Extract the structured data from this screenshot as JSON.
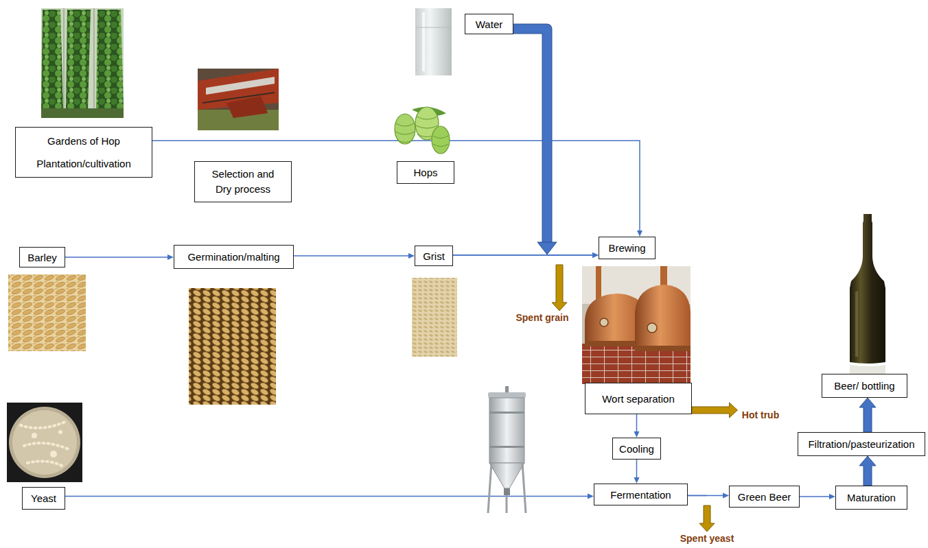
{
  "diagram": {
    "nodes": [
      {
        "text": [
          "Gardens of Hop Plantation/cultivation"
        ]
      },
      {
        "text": [
          "Selection and Dry process"
        ]
      },
      {
        "text": [
          "Water"
        ]
      },
      {
        "text": [
          "Hops"
        ]
      },
      {
        "text": [
          "Barley"
        ]
      },
      {
        "text": [
          "Germination/malting"
        ]
      },
      {
        "text": [
          "Grist"
        ]
      },
      {
        "text": [
          "Brewing"
        ]
      },
      {
        "text": [
          "Spent grain"
        ]
      },
      {
        "text": [
          "Wort separation"
        ]
      },
      {
        "text": [
          "Hot trub"
        ]
      },
      {
        "text": [
          "Cooling"
        ]
      },
      {
        "text": [
          "Yeast"
        ]
      },
      {
        "text": [
          "Fermentation"
        ]
      },
      {
        "text": [
          "Green Beer"
        ]
      },
      {
        "text": [
          "Spent yeast"
        ]
      },
      {
        "text": [
          "Maturation"
        ]
      },
      {
        "text": [
          "Filtration/pasteurization"
        ]
      },
      {
        "text": [
          "Beer/ bottling"
        ]
      }
    ],
    "edges": [
      {
        "from": 0,
        "to": 7,
        "arrow": "to"
      },
      {
        "from": 2,
        "to": 7,
        "arrow": "to"
      },
      {
        "from": 4,
        "to": 5,
        "arrow": "to"
      },
      {
        "from": 5,
        "to": 6,
        "arrow": "to"
      },
      {
        "from": 6,
        "to": 7,
        "arrow": "to"
      },
      {
        "from": 6,
        "to": 8,
        "arrow": "to"
      },
      {
        "from": 9,
        "to": 10,
        "arrow": "to"
      },
      {
        "from": 9,
        "to": 11,
        "arrow": "to"
      },
      {
        "from": 11,
        "to": 13,
        "arrow": "to"
      },
      {
        "from": 12,
        "to": 13,
        "arrow": "to"
      },
      {
        "from": 13,
        "to": 14,
        "arrow": "to"
      },
      {
        "from": 13,
        "to": 15,
        "arrow": "to"
      },
      {
        "from": 14,
        "to": 16,
        "arrow": "to"
      },
      {
        "from": 16,
        "to": 17,
        "arrow": "to"
      },
      {
        "from": 17,
        "to": 18,
        "arrow": "to"
      }
    ]
  }
}
